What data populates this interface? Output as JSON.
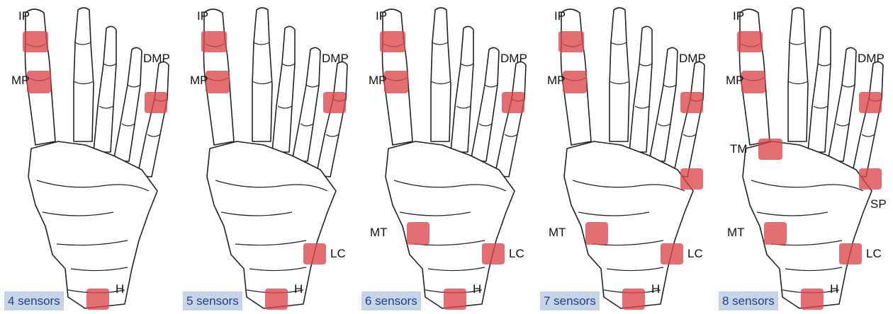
{
  "labels": {
    "ip": "IP",
    "mp": "MP",
    "dmp": "DMP",
    "h": "H",
    "lc": "LC",
    "mt": "MT",
    "tm": "TM",
    "sp": "SP"
  },
  "panels": [
    {
      "caption": "4 sensors",
      "sensors": [
        "IP",
        "MP",
        "DMP",
        "H"
      ]
    },
    {
      "caption": "5 sensors",
      "sensors": [
        "IP",
        "MP",
        "DMP",
        "H",
        "LC"
      ]
    },
    {
      "caption": "6 sensors",
      "sensors": [
        "IP",
        "MP",
        "DMP",
        "H",
        "LC",
        "MT"
      ]
    },
    {
      "caption": "7 sensors",
      "sensors": [
        "IP",
        "MP",
        "DMP",
        "H",
        "LC",
        "MT",
        "SP"
      ]
    },
    {
      "caption": "8 sensors",
      "sensors": [
        "IP",
        "MP",
        "DMP",
        "H",
        "LC",
        "MT",
        "SP",
        "TM"
      ]
    }
  ],
  "colors": {
    "sensor": "#dc464b",
    "caption_bg": "#c7d3e6",
    "caption_text": "#1f3f8c"
  }
}
